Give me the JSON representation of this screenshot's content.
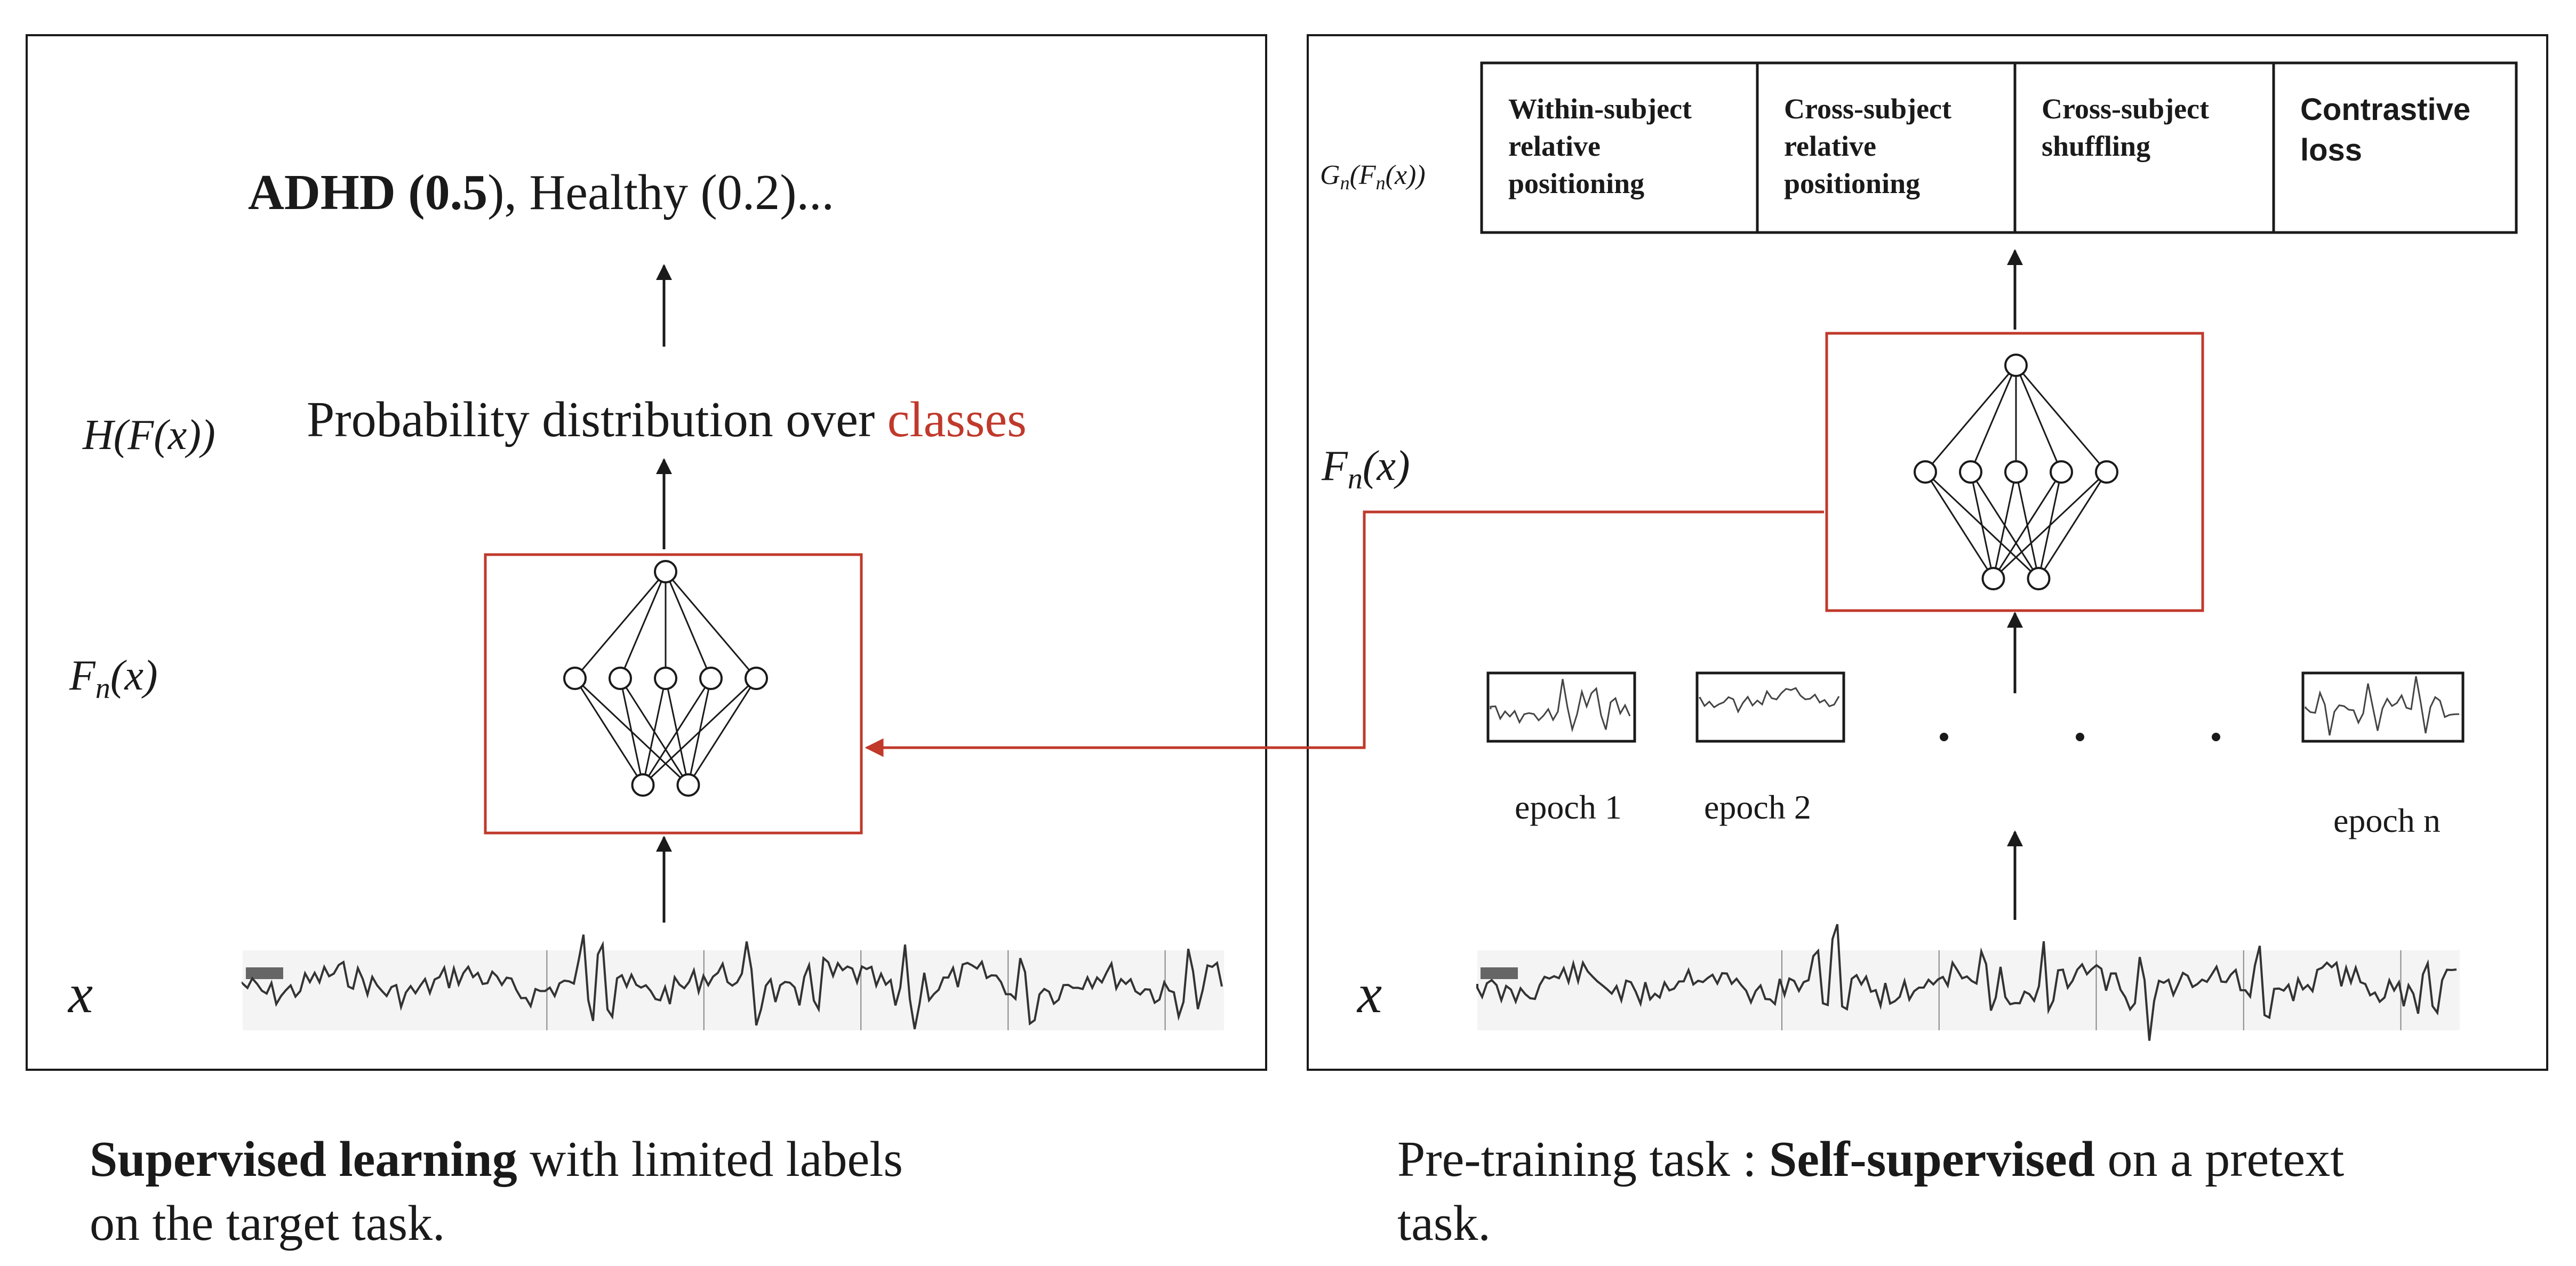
{
  "left_panel": {
    "output_bold": "ADHD (0.5",
    "output_rest_1": "), Healthy (0.2)...",
    "head_label": "H(F(x))",
    "prob_prefix": "Probability distribution over ",
    "prob_highlight": "classes",
    "encoder_label": "F",
    "encoder_sub": "n",
    "encoder_arg": "(x)",
    "input_label": "x"
  },
  "right_panel": {
    "pretext_label": "G",
    "pretext_label_sub": "n",
    "pretext_label_mid": "(F",
    "pretext_label_sub2": "n",
    "pretext_label_end": "(x))",
    "pretext_tasks": [
      {
        "line1": "Within-subject",
        "line2": "relative",
        "line3": "positioning"
      },
      {
        "line1": "Cross-subject",
        "line2": "relative",
        "line3": "positioning"
      },
      {
        "line1": "Cross-subject",
        "line2": "shuffling",
        "line3": ""
      },
      {
        "line1": "Contrastive",
        "line2": "loss",
        "line3": ""
      }
    ],
    "encoder_label": "F",
    "encoder_sub": "n",
    "encoder_arg": "(x)",
    "epochs": [
      "epoch 1",
      "epoch 2",
      "epoch n"
    ],
    "input_label": "x"
  },
  "captions": {
    "left_bold": "Supervised learning",
    "left_rest_1": " with limited labels",
    "left_line2": "on the target task.",
    "right_prefix": "Pre-training task : ",
    "right_bold": "Self-supervised",
    "right_rest_1": " on a pretext",
    "right_line2": "task."
  },
  "colors": {
    "accent_red": "#c0392b",
    "line": "#1a1a1a",
    "eeg": "#333333"
  }
}
